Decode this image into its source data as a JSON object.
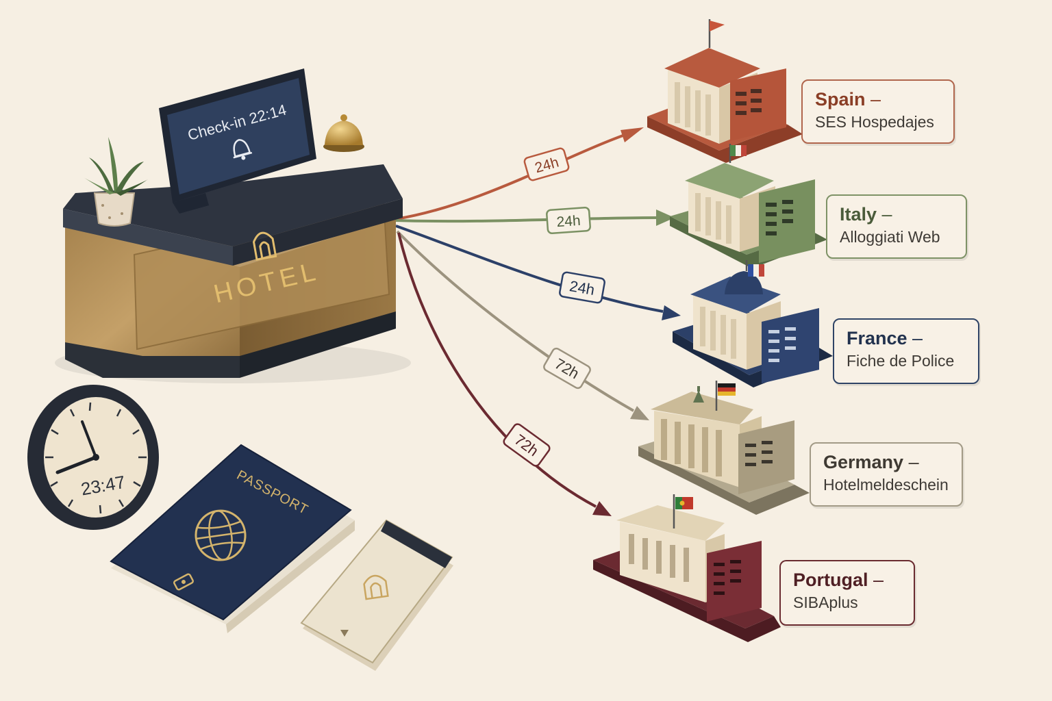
{
  "front_desk": {
    "screen_text": "Check-in 22:14",
    "sign_text": "HOTEL"
  },
  "clock": {
    "time_text": "23:47"
  },
  "passport": {
    "cover_text": "PASSPORT"
  },
  "colors": {
    "spain": "#b85a3e",
    "italy": "#7b9163",
    "france": "#2c4068",
    "germany": "#9c937f",
    "portugal": "#6b2a31",
    "background": "#f6efe3"
  },
  "routes": [
    {
      "country": "Spain",
      "dash": " –",
      "system": "SES Hospedajes",
      "deadline": "24h",
      "icon": "spain-flag-icon"
    },
    {
      "country": "Italy",
      "dash": " –",
      "system": "Alloggiati Web",
      "deadline": "24h",
      "icon": "italy-flag-icon"
    },
    {
      "country": "France",
      "dash": " –",
      "system": "Fiche de Police",
      "deadline": "24h",
      "icon": "france-flag-icon"
    },
    {
      "country": "Germany",
      "dash": " –",
      "system": "Hotelmeldeschein",
      "deadline": "72h",
      "icon": "germany-flag-icon"
    },
    {
      "country": "Portugal",
      "dash": " –",
      "system": "SIBAplus",
      "deadline": "72h",
      "icon": "portugal-flag-icon"
    }
  ]
}
